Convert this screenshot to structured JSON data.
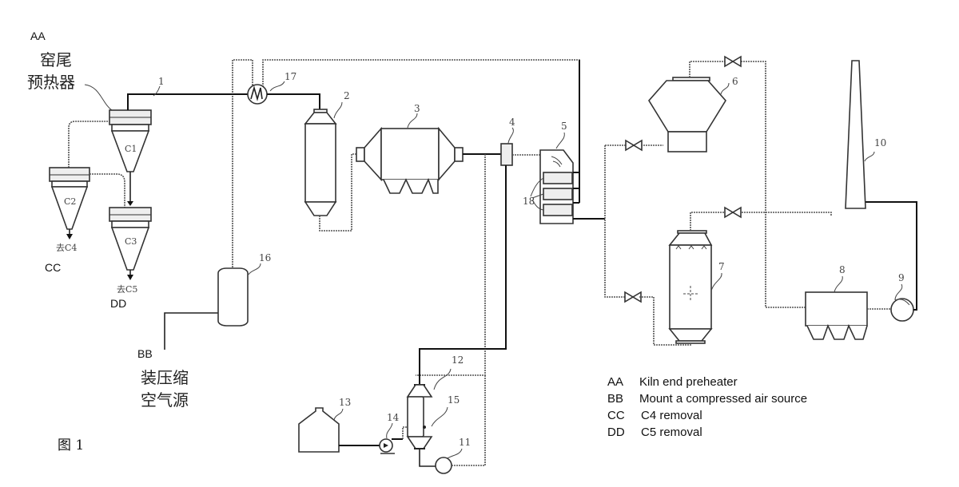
{
  "labels": {
    "aa_code": "AA",
    "aa_cn_line1": "窑尾",
    "aa_cn_line2": "预热器",
    "bb_code": "BB",
    "bb_cn_line1": "装压缩",
    "bb_cn_line2": "空气源",
    "cc_code": "CC",
    "dd_code": "DD",
    "c4_out": "去C4",
    "c5_out": "去C5",
    "figure_caption": "图 1"
  },
  "cyclones": {
    "c1": "C1",
    "c2": "C2",
    "c3": "C3"
  },
  "equipment_numbers": {
    "n1": "1",
    "n2": "2",
    "n3": "3",
    "n4": "4",
    "n5": "5",
    "n6": "6",
    "n7": "7",
    "n8": "8",
    "n9": "9",
    "n10": "10",
    "n11": "11",
    "n12": "12",
    "n13": "13",
    "n14": "14",
    "n15": "15",
    "n16": "16",
    "n17": "17",
    "n18": "18"
  },
  "legend": [
    {
      "code": "AA",
      "text": "Kiln end preheater"
    },
    {
      "code": "BB",
      "text": "Mount a compressed air source"
    },
    {
      "code": "CC",
      "text": "C4 removal"
    },
    {
      "code": "DD",
      "text": "C5 removal"
    }
  ]
}
